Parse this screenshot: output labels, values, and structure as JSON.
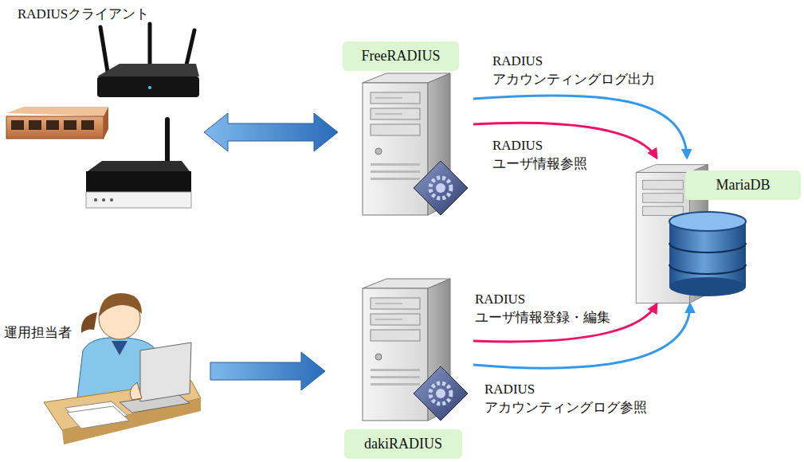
{
  "diagram": {
    "nodes": [
      {
        "text": [
          "RADIUSクライアント"
        ]
      },
      {
        "text": [
          "FreeRADIUS"
        ]
      },
      {
        "text": [
          "MariaDB"
        ]
      },
      {
        "text": [
          "運用担当者"
        ]
      },
      {
        "text": [
          "dakiRADIUS"
        ]
      }
    ],
    "edges": [
      {
        "from": 0,
        "to": 1,
        "arrow": "both"
      },
      {
        "from": 1,
        "to": 2,
        "label": "RADIUS アカウンティングログ出力",
        "arrow": "to"
      },
      {
        "from": 1,
        "to": 2,
        "label": "RADIUS ユーザ情報参照",
        "arrow": "to"
      },
      {
        "from": 4,
        "to": 2,
        "label": "RADIUS ユーザ情報登録・編集",
        "arrow": "to"
      },
      {
        "from": 4,
        "to": 2,
        "label": "RADIUS アカウンティングログ参照",
        "arrow": "to"
      },
      {
        "from": 3,
        "to": 4,
        "arrow": "to"
      }
    ]
  }
}
